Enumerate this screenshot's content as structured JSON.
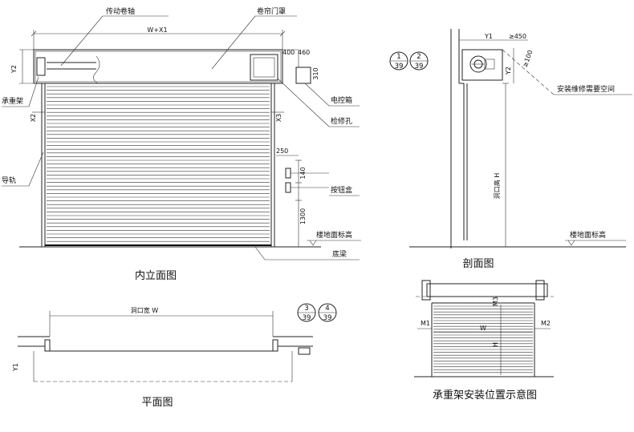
{
  "elevation": {
    "title": "内立面图",
    "labels": {
      "drive_shaft": "传动卷轴",
      "shutter_cover": "卷帘门罩",
      "bearing_frame": "承重架",
      "guide_rail": "导轨",
      "control_box": "电控箱",
      "access_hole": "检修孔",
      "button_box": "按钮盒",
      "floor_level": "楼地面标高",
      "bottom_beam": "底梁"
    },
    "dims": {
      "width": "W+X1",
      "y2": "Y2",
      "x2": "X2",
      "x3": "X3",
      "d400": "400",
      "d460": "460",
      "d310": "310",
      "d250": "250",
      "d140": "140",
      "d1300": "1300"
    }
  },
  "section": {
    "title": "剖面图",
    "refs": [
      {
        "num": "1",
        "sheet": "39"
      },
      {
        "num": "2",
        "sheet": "39"
      }
    ],
    "labels": {
      "maintenance_space": "安装维修需要空间",
      "floor_level": "楼地面标高"
    },
    "dims": {
      "y1": "Y1",
      "d450": "≥450",
      "d100": "≥100",
      "y2": "Y2",
      "height": "洞口高 H"
    }
  },
  "plan": {
    "title": "平面图",
    "refs": [
      {
        "num": "3",
        "sheet": "39"
      },
      {
        "num": "4",
        "sheet": "39"
      }
    ],
    "dims": {
      "width": "洞口宽 W",
      "y1": "Y1"
    }
  },
  "bearing_position": {
    "title": "承重架安装位置示意图",
    "dims": {
      "m1": "M1",
      "m2": "M2",
      "m3": "M3",
      "w": "W",
      "h": "H"
    }
  }
}
